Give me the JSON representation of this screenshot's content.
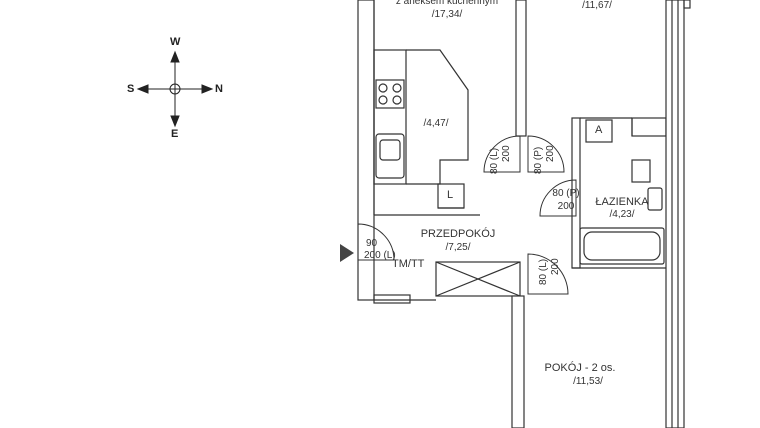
{
  "compass": {
    "w": "W",
    "s": "S",
    "n": "N",
    "e": "E"
  },
  "rooms": {
    "living_caption": "z aneksem kuchennym",
    "living_area": "/17,34/",
    "bedroom1_area": "/11,67/",
    "kitchen_area": "/4,47/",
    "hall_name": "PRZEDPOKÓJ",
    "hall_area": "/7,25/",
    "bath_name": "ŁAZIENKA",
    "bath_area": "/4,23/",
    "bedroom2_name": "POKÓJ - 2 os.",
    "bedroom2_area": "/11,53/"
  },
  "doors": {
    "d1_w": "80 (L)",
    "d1_h": "200",
    "d2_w": "80 (P)",
    "d2_h": "200",
    "d3_w": "80 (P)",
    "d3_h": "200",
    "d4_w": "80 (L)",
    "d4_h": "200",
    "entry_w": "90",
    "entry_h": "200 (L)"
  },
  "marks": {
    "a": "A",
    "l": "L",
    "tm": "TM/TT"
  }
}
